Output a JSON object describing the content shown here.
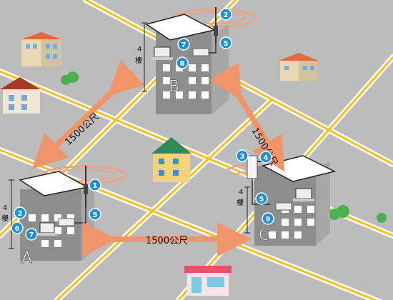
{
  "distance_labels": {
    "ab": "1500公尺",
    "bc": "1500公尺",
    "ac": "1500公尺"
  },
  "floor_labels": {
    "a_number": "4",
    "a_unit": "樓",
    "b_number": "4",
    "b_unit": "樓",
    "c_number": "4",
    "c_unit": "樓"
  },
  "buildings": {
    "a": "A",
    "b": "B",
    "c": "C"
  },
  "badges": {
    "b_antenna": "2",
    "b_router": "5",
    "b_laptop": "7",
    "b_cable": "8",
    "a_antenna": "1",
    "a_left_2": "2",
    "a_left_6": "6",
    "a_laptop": "7",
    "a_router": "5",
    "c_panel": "3",
    "c_mount": "4",
    "c_router": "5",
    "c_cable": "9"
  },
  "colors": {
    "arrow": "#f0946a",
    "badge": "#1e8fd6",
    "road": "#f4c21a",
    "ground": "#bcbcbc"
  }
}
